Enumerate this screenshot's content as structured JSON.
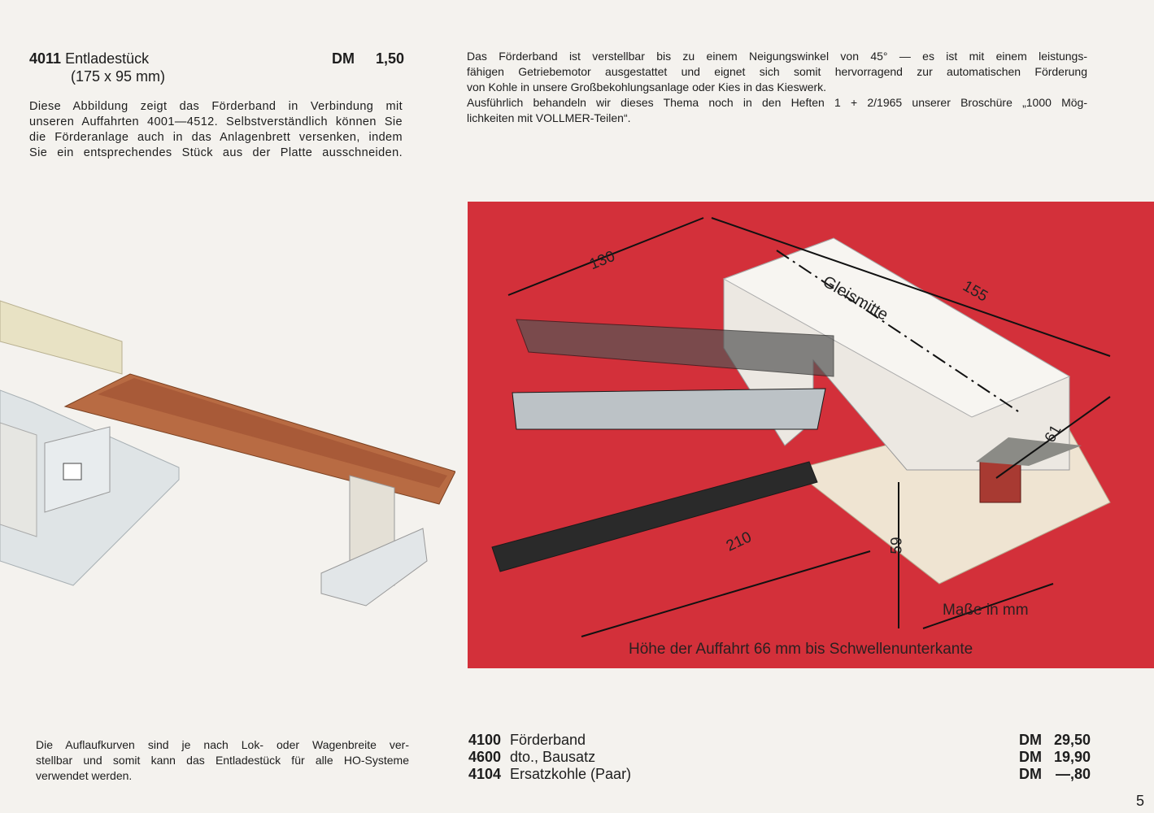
{
  "item_main": {
    "number": "4011",
    "name": "Entladestück",
    "size": "(175 x 95 mm)",
    "currency": "DM",
    "price": "1,50"
  },
  "left_text": [
    "Diese Abbildung zeigt das Förderband in Verbindung mit",
    "unseren Auffahrten 4001—4512. Selbstverständlich können Sie",
    "die Förderanlage auch in das Anlagenbrett versenken, indem",
    "Sie ein entsprechendes Stück aus der Platte ausschneiden."
  ],
  "right_text": [
    "Das Förderband ist verstellbar bis zu einem Neigungswinkel von 45° — es ist mit einem leistungs-",
    "fähigen Getriebemotor ausgestattet und eignet sich somit hervorragend zur automatischen Förderung",
    "von Kohle in unsere Großbekohlungsanlage oder Kies in das Kieswerk.",
    "Ausführlich behandeln wir dieses Thema noch in den Heften 1 + 2/1965 unserer Broschüre „1000 Mög-",
    "lichkeiten mit VOLLMER-Teilen“."
  ],
  "diagram": {
    "dim_130": "130",
    "dim_155": "155",
    "dim_61": "61",
    "dim_59": "59",
    "dim_210": "210",
    "gleismitte": "Gleismitte",
    "units": "Maße in mm",
    "caption": "Höhe der Auffahrt 66 mm bis Schwellenunterkante",
    "background_color": "#d3303a"
  },
  "bottom_left_text": [
    "Die Auflaufkurven sind je nach Lok- oder Wagenbreite ver-",
    "stellbar und somit kann das Entladestück für alle HO-Systeme",
    "verwendet werden."
  ],
  "price_list": [
    {
      "number": "4100",
      "name": "Förderband",
      "currency": "DM",
      "price": "29,50"
    },
    {
      "number": "4600",
      "name": "dto., Bausatz",
      "currency": "DM",
      "price": "19,90"
    },
    {
      "number": "4104",
      "name": "Ersatzkohle (Paar)",
      "currency": "DM",
      "price": "—,80"
    }
  ],
  "page_number": "5"
}
